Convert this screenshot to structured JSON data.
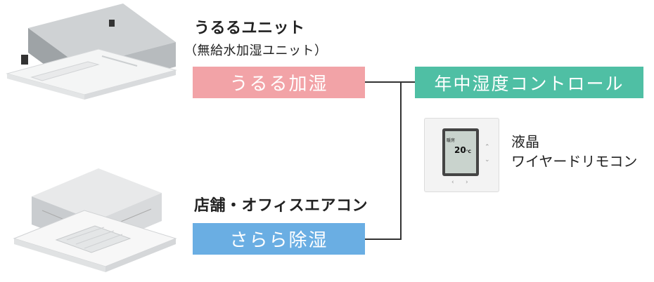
{
  "top_unit": {
    "title": "うるるユニット",
    "subtitle": "（無給水加湿ユニット）",
    "feature_label": "うるる加湿",
    "feature_color": "#f2a3a7"
  },
  "bottom_unit": {
    "title": "店舗・オフィスエアコン",
    "feature_label": "さらら除湿",
    "feature_color": "#6aaee3"
  },
  "control": {
    "label": "年中湿度コントロール",
    "color": "#4fbfa4"
  },
  "remote": {
    "line1": "液晶",
    "line2": "ワイヤードリモコン",
    "screen": {
      "mode": "暖房",
      "temp": "20",
      "unit": "℃"
    }
  }
}
